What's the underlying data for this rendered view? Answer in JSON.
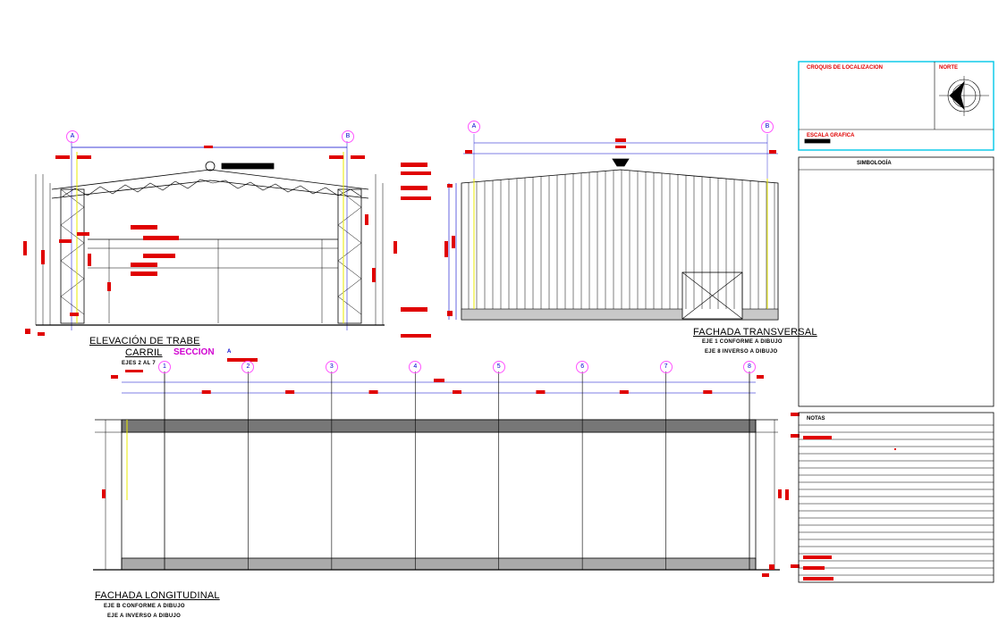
{
  "cross_elevation": {
    "title": "ELEVACIÓN DE TRABE",
    "subtitle": "CARRIL",
    "axes_note": "EJES 2 AL 7",
    "section_label": "SECCION",
    "section_mark": "A",
    "axis_left": "A",
    "axis_right": "B"
  },
  "transverse_facade": {
    "title": "FACHADA TRANSVERSAL",
    "note_1": "EJE 1 CONFORME A DIBUJO",
    "note_2": "EJE 8 INVERSO A DIBUJO",
    "axis_left": "A",
    "axis_right": "B"
  },
  "longitudinal_facade": {
    "title": "FACHADA LONGITUDINAL",
    "note_1": "EJE B CONFORME A DIBUJO",
    "note_2": "EJE A INVERSO A DIBUJO",
    "axes": [
      "1",
      "2",
      "3",
      "4",
      "5",
      "6",
      "7",
      "8"
    ]
  },
  "title_block": {
    "location_label": "CROQUIS DE LOCALIZACION",
    "north_label": "NORTE",
    "scale_label": "ESCALA GRAFICA",
    "symbology_label": "SIMBOLOGÍA",
    "notes_label": "NOTAS"
  },
  "colors": {
    "line": "#000000",
    "dimension": "#0000cc",
    "annotation_red": "#e00000",
    "bubble": "#ff55ff",
    "frame_cyan": "#00c8e8",
    "highlight_yellow": "#e8e800"
  }
}
